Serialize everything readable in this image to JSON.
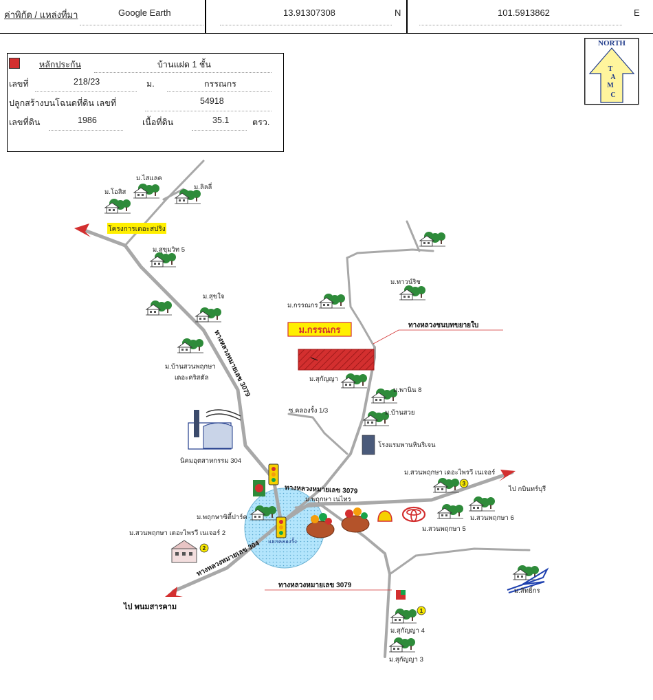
{
  "header": {
    "label": "ค่าพิกัด / แหล่งที่มา",
    "source": "Google Earth",
    "latitude": "13.91307308",
    "lat_dir": "N",
    "longitude": "101.5913862",
    "lon_dir": "E"
  },
  "info_box": {
    "collateral_label": "หลักประกัน",
    "collateral_value": "บ้านแฝด 1 ชั้น",
    "house_no_label": "เลขที่",
    "house_no": "218/23",
    "village_label": "ม.",
    "village": "กรรณกร",
    "deed_label": "ปลูกสร้างบนโฉนดที่ดิน เลขที่",
    "deed_no": "54918",
    "land_no_label": "เลขที่ดิน",
    "land_no": "1986",
    "area_label": "เนื้อที่ดิน",
    "area": "35.1",
    "area_unit": "ตรว.",
    "marker_color": "#d32f2f"
  },
  "north_logo": {
    "word": "NORTH",
    "letters": [
      "T",
      "A",
      "M",
      "C"
    ],
    "arrow_color": "#fff59d"
  },
  "map": {
    "subject_label": "ม.กรรณกร",
    "project_label": "โครงการเดอะสปริง",
    "places": {
      "mo_sailek": "ม.ไสแลค",
      "mo_osis": "ม.โอสิส",
      "mo_lili": "ม.ลิลลี่",
      "mo_sukhumvit5": "ม.สุขุมวิท 5",
      "mo_sukjai": "ม.สุขใจ",
      "mo_baansuanprueksa": "ม.บ้านสวนพฤกษา",
      "mo_baansuanprueksa2": "เดอะคริสตัล",
      "mo_kannakorn": "ม.กรรณกร",
      "mo_thawanrit": "ม.ทาวน์ริช",
      "mo_sukanya": "ม.สุกัญญา",
      "mo_phanin8": "ม.พานิน 8",
      "mo_baansuay": "ม.บ้านสวย",
      "soi_klongrang": "ซ.คลองรั้ง 1/3",
      "hotel": "โรงแรมพานหินริเจน",
      "industrial": "นิคมอุตสาหกรรม 304",
      "suanprueksa_greenery": "ม.สวนพฤกษา เดอะไพรวี เนเจอร์",
      "to_kabinburi": "ไป กบินทร์บุรี",
      "suanprueksa6": "ม.สวนพฤกษา 6",
      "suanprueksa5": "ม.สวนพฤกษา 5",
      "prueksa_city": "ม.พฤกษาซิตี้ปาร์ค",
      "prueksa_nai": "ม.พฤกษา เนไทร",
      "suanprueksa_greenery2": "ม.สวนพฤกษา เดอะไพรวี เนเจอร์ 2",
      "junction": "แยกคลองรั้ง",
      "to_phanom": "ไป พนมสารคาม",
      "sukanya4": "ม.สุกัญญา 4",
      "sukanya3": "ม.สุกัญญา 3",
      "sitnakorn": "ม.สิทธิ์กร",
      "num1": "1",
      "num2": "2",
      "num3": "3"
    },
    "roads": {
      "rd3079_a": "ทางหลวงหมายเลข 3079",
      "rd3079_b": "ทางหลวงหมายเลข 3079",
      "rd3079_c": "ทางหลวงหมายเลข 3079",
      "rd304": "ทางหลวงหมายเลข 304",
      "bypass": "ทางหลวงชนบทขยายใบ"
    },
    "colors": {
      "road": "#a8a8a8",
      "arrow": "#d32f2f",
      "subject_fill": "#d32f2f",
      "label_bg": "#ffef00",
      "junction_fill": "#b3e5fc",
      "tree": "#2e8b3a"
    }
  }
}
